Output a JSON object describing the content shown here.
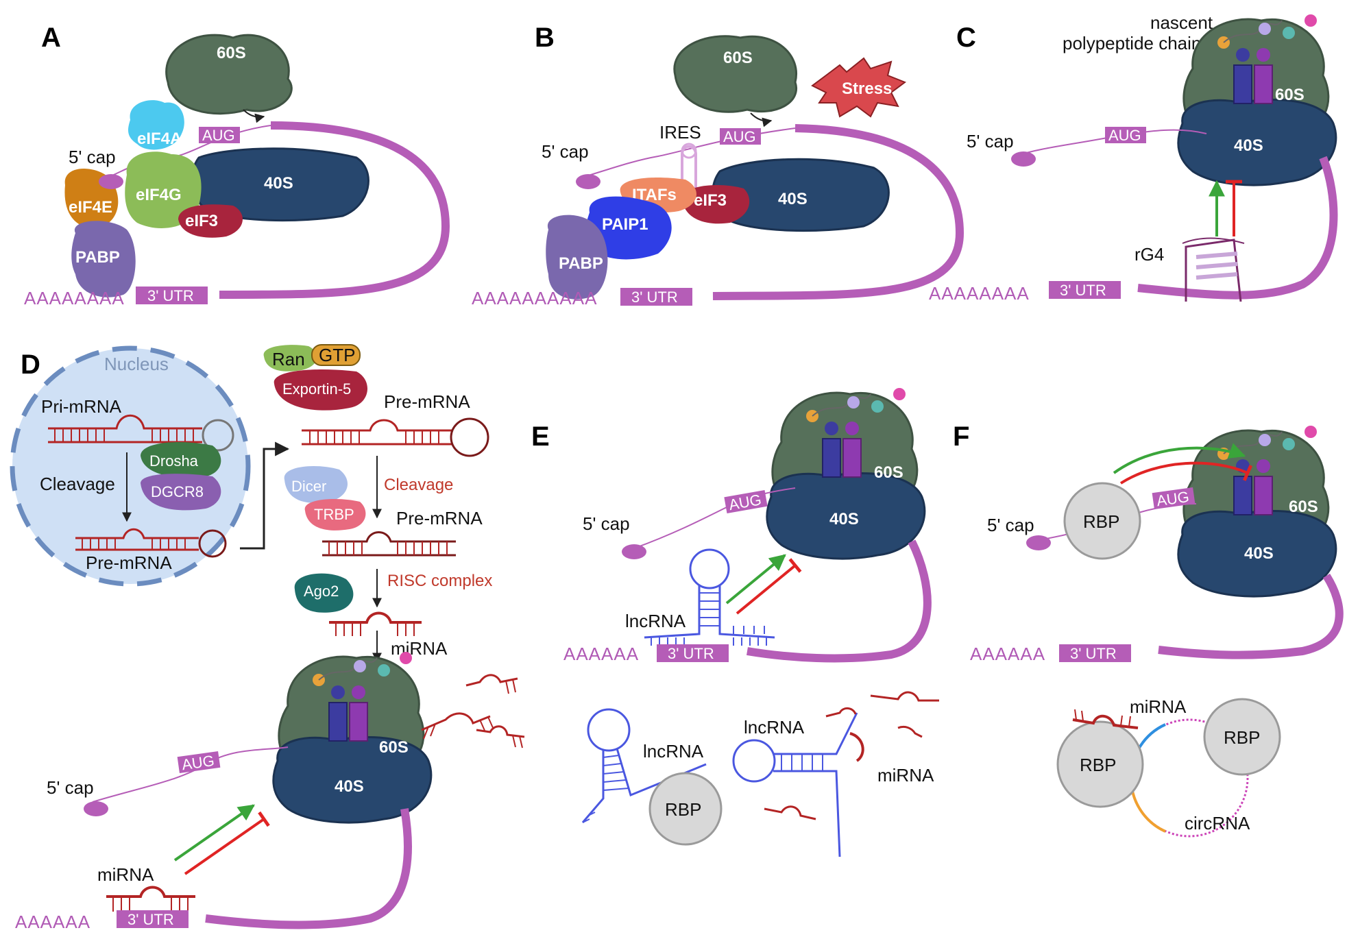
{
  "panels": {
    "A": {
      "label": "A",
      "ribosome_60s": "60S",
      "ribosome_40s": "40S",
      "eif4a": "eIF4A",
      "eif4e": "eIF4E",
      "eif4g": "eIF4G",
      "eif3": "eIF3",
      "pabp": "PABP",
      "cap": "5' cap",
      "aug": "AUG",
      "utr": "3' UTR",
      "polya": "AAAAAAAA"
    },
    "B": {
      "label": "B",
      "ribosome_60s": "60S",
      "ribosome_40s": "40S",
      "stress": "Stress",
      "ires": "IRES",
      "itafs": "ITAFs",
      "eif3": "eIF3",
      "paip1": "PAIP1",
      "pabp": "PABP",
      "cap": "5' cap",
      "aug": "AUG",
      "utr": "3' UTR",
      "polya": "AAAAAAAAAA"
    },
    "C": {
      "label": "C",
      "nascent_line1": "nascent",
      "nascent_line2": "polypeptide chain",
      "ribosome_60s": "60S",
      "ribosome_40s": "40S",
      "cap": "5' cap",
      "aug": "AUG",
      "rg4": "rG4",
      "utr": "3' UTR",
      "polya": "AAAAAAAA"
    },
    "D": {
      "label": "D",
      "nucleus": "Nucleus",
      "pri_mrna": "Pri-mRNA",
      "drosha": "Drosha",
      "dgcr8": "DGCR8",
      "cleavage_nuc": "Cleavage",
      "pre_mrna_nuc": "Pre-mRNA",
      "ran": "Ran",
      "gtp": "GTP",
      "exportin": "Exportin-5",
      "pre_mrna_1": "Pre-mRNA",
      "dicer": "Dicer",
      "trbp": "TRBP",
      "cleavage_cyto": "Cleavage",
      "pre_mrna_2": "Pre-mRNA",
      "ago2": "Ago2",
      "risc": "RISC complex",
      "mirna_top": "miRNA",
      "mirna_bottom": "miRNA",
      "ribosome_60s": "60S",
      "ribosome_40s": "40S",
      "cap": "5' cap",
      "aug": "AUG",
      "utr": "3' UTR",
      "polya": "AAAAAA"
    },
    "E": {
      "label": "E",
      "ribosome_60s": "60S",
      "ribosome_40s": "40S",
      "cap": "5' cap",
      "aug": "AUG",
      "lncrna_top": "lncRNA",
      "utr": "3' UTR",
      "polya": "AAAAAA",
      "lncrna_left": "lncRNA",
      "rbp": "RBP",
      "lncrna_right": "lncRNA",
      "mirna": "miRNA"
    },
    "F": {
      "label": "F",
      "ribosome_60s": "60S",
      "ribosome_40s": "40S",
      "cap": "5' cap",
      "rbp_top": "RBP",
      "aug": "AUG",
      "utr": "3' UTR",
      "polya": "AAAAAA",
      "mirna": "miRNA",
      "rbp_left": "RBP",
      "rbp_right": "RBP",
      "circrna": "circRNA"
    }
  },
  "colors": {
    "mrna": "#b55db7",
    "ribo_60s": "#56705a",
    "ribo_40s": "#27476e",
    "activate": "#3aa53a",
    "inhibit": "#e02424",
    "mirna": "#b32424",
    "lncrna": "#4a57e0",
    "nucleus": "#cfe0f5"
  }
}
